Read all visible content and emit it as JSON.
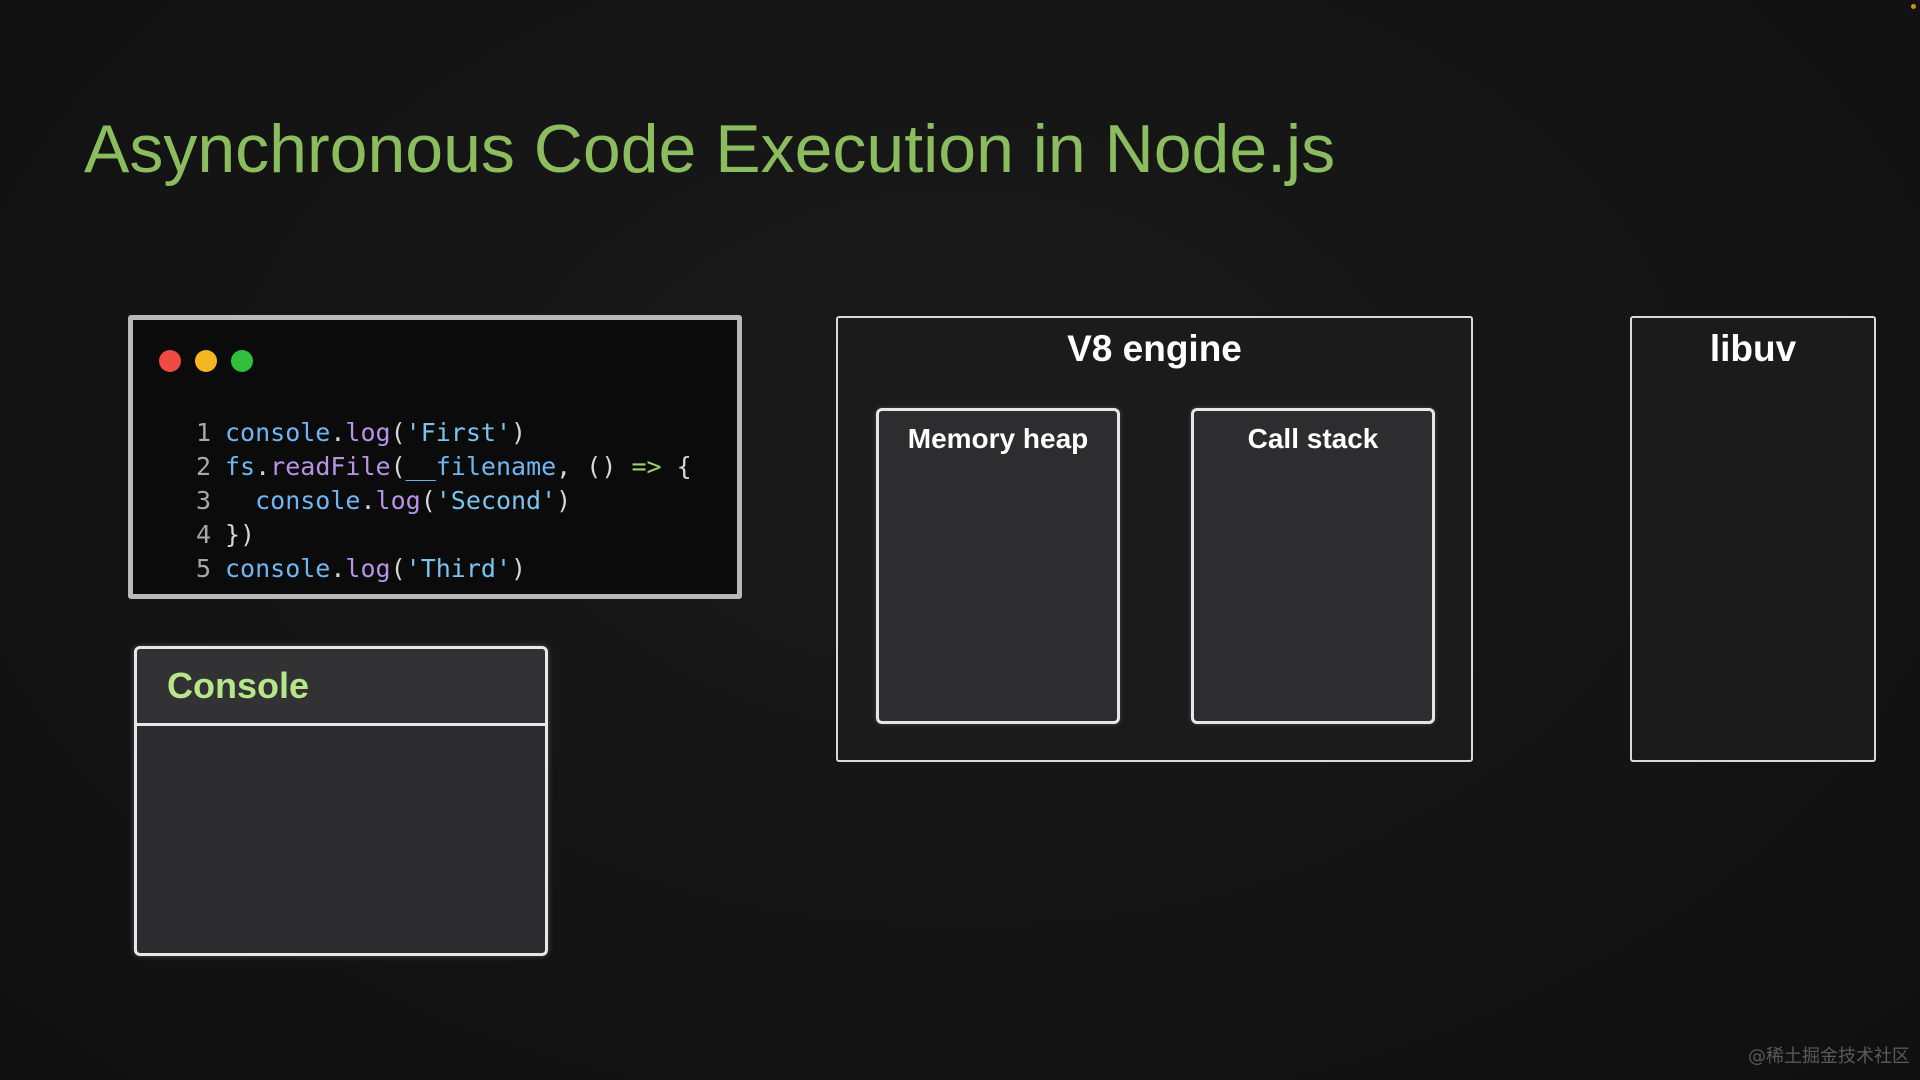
{
  "title": "Asynchronous Code Execution in Node.js",
  "code_window": {
    "lines": [
      {
        "num": "1",
        "tokens": [
          {
            "t": "console",
            "c": "obj"
          },
          {
            "t": ".",
            "c": "punc"
          },
          {
            "t": "log",
            "c": "fn"
          },
          {
            "t": "(",
            "c": "punc"
          },
          {
            "t": "'First'",
            "c": "str"
          },
          {
            "t": ")",
            "c": "punc"
          }
        ]
      },
      {
        "num": "2",
        "tokens": [
          {
            "t": "fs",
            "c": "obj"
          },
          {
            "t": ".",
            "c": "punc"
          },
          {
            "t": "readFile",
            "c": "fn"
          },
          {
            "t": "(",
            "c": "punc"
          },
          {
            "t": "__filename",
            "c": "id"
          },
          {
            "t": ", () ",
            "c": "punc"
          },
          {
            "t": "=>",
            "c": "arrow"
          },
          {
            "t": " {",
            "c": "punc"
          }
        ]
      },
      {
        "num": "3",
        "tokens": [
          {
            "t": "  console",
            "c": "obj"
          },
          {
            "t": ".",
            "c": "punc"
          },
          {
            "t": "log",
            "c": "fn"
          },
          {
            "t": "(",
            "c": "punc"
          },
          {
            "t": "'Second'",
            "c": "str"
          },
          {
            "t": ")",
            "c": "punc"
          }
        ]
      },
      {
        "num": "4",
        "tokens": [
          {
            "t": "})",
            "c": "punc"
          }
        ]
      },
      {
        "num": "5",
        "tokens": [
          {
            "t": "console",
            "c": "obj"
          },
          {
            "t": ".",
            "c": "punc"
          },
          {
            "t": "log",
            "c": "fn"
          },
          {
            "t": "(",
            "c": "punc"
          },
          {
            "t": "'Third'",
            "c": "str"
          },
          {
            "t": ")",
            "c": "punc"
          }
        ]
      }
    ]
  },
  "console": {
    "title": "Console"
  },
  "v8": {
    "title": "V8 engine",
    "memory_heap": "Memory heap",
    "call_stack": "Call stack"
  },
  "libuv": {
    "title": "libuv"
  },
  "watermark": "@稀土掘金技术社区",
  "colors": {
    "title": "#8bbd5e",
    "console_title": "#b6e58a",
    "traffic_red": "#ef4a43",
    "traffic_yellow": "#f5b71f",
    "traffic_green": "#2fbf3a"
  }
}
